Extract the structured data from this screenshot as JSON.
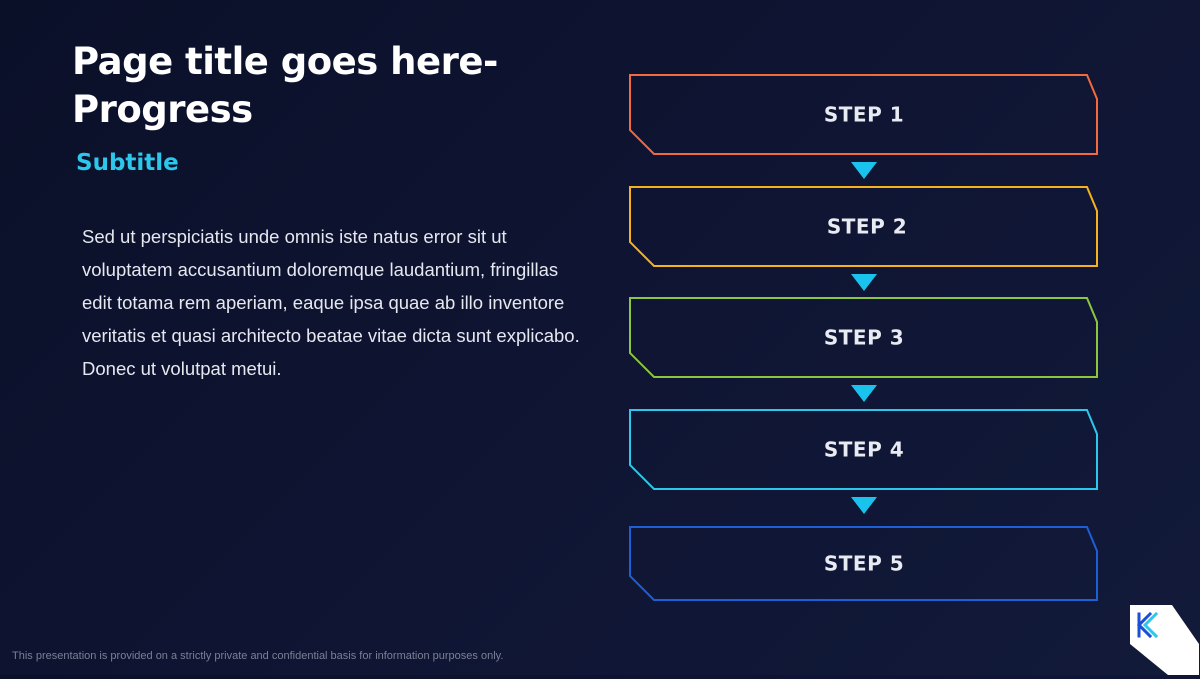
{
  "page": {
    "title_line1": "Page title goes here-",
    "title_line2": "Progress",
    "subtitle": "Subtitle",
    "body": "Sed ut perspiciatis unde omnis iste natus error sit ut voluptatem accusantium doloremque laudantium, fringillas edit totama rem aperiam, eaque ipsa quae ab illo inventore veritatis et quasi architecto beatae vitae dicta sunt explicabo. Donec ut volutpat metui.",
    "footer": "This presentation is provided on a strictly private and confidential basis for information purposes only."
  },
  "steps": [
    {
      "label": "STEP 1",
      "color": "#f26a3d"
    },
    {
      "label": "STEP 2",
      "color": "#f5b21e"
    },
    {
      "label": "STEP 3",
      "color": "#8cc63f"
    },
    {
      "label": "STEP 4",
      "color": "#2cc7ea"
    },
    {
      "label": "STEP 5",
      "color": "#1d5fd6"
    }
  ],
  "colors": {
    "accent": "#2cc7ea",
    "arrow": "#19c3ee"
  },
  "logo": {
    "icon": "k-logo-icon"
  }
}
